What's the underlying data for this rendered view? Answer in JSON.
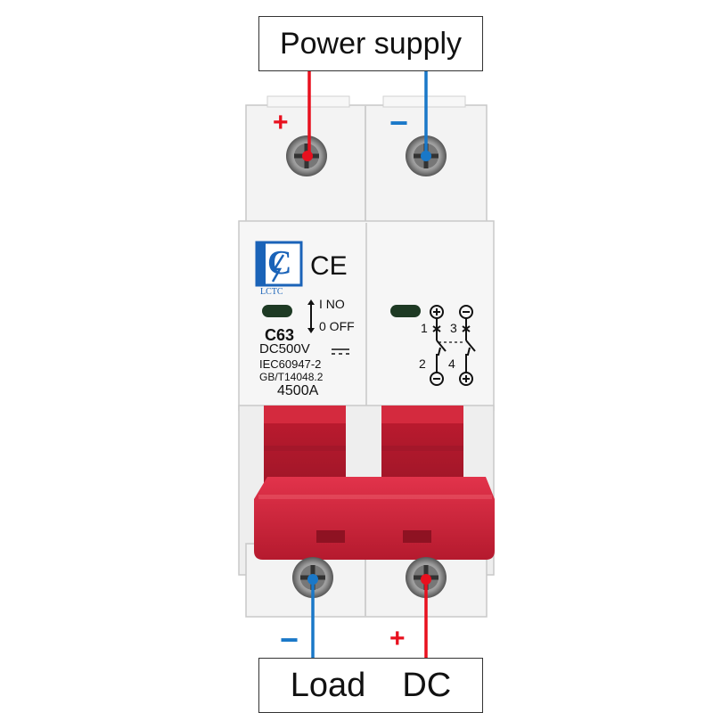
{
  "labels": {
    "top": "Power supply",
    "bottom": "Load  DC"
  },
  "terminal_signs": {
    "top_left": "+",
    "top_right": "−",
    "bottom_left": "−",
    "bottom_right": "+"
  },
  "device": {
    "brand": "LCTC",
    "brand_mark": "C",
    "ce_mark": "CE",
    "model": "C63",
    "switch_on": "I NO",
    "switch_off": "0 OFF",
    "voltage": "DC500V",
    "standard_1": "IEC60947-2",
    "standard_2": "GB/T14048.2",
    "breaking_capacity": "4500A",
    "pole_numbers": [
      "1",
      "2",
      "3",
      "4"
    ]
  },
  "colors": {
    "positive": "#e8101e",
    "negative": "#1a78c8",
    "handle": "#d41f36",
    "handle_dark": "#b01a2c",
    "body": "#f4f4f4",
    "brand": "#1a63b8"
  }
}
